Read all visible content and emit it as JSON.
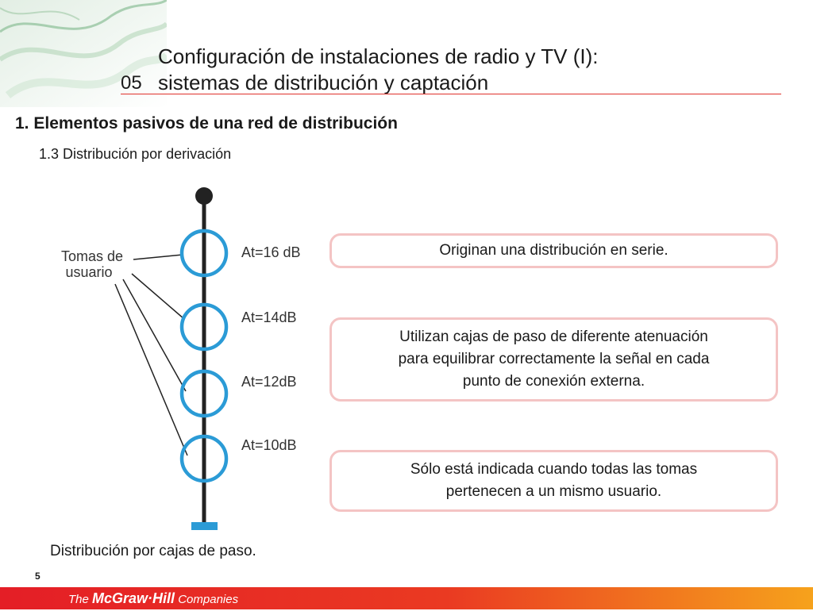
{
  "header": {
    "chapter_number": "05",
    "title_line1": "Configuración de instalaciones de radio y TV (I):",
    "title_line2": "sistemas de distribución y captación"
  },
  "section": {
    "heading": "1. Elementos pasivos de una red de distribución",
    "subheading": "1.3 Distribución por derivación"
  },
  "diagram": {
    "label_line1": "Tomas de",
    "label_line2": "usuario",
    "attenuations": [
      "At=16 dB",
      "At=14dB",
      "At=12dB",
      "At=10dB"
    ],
    "caption": "Distribución por cajas de paso."
  },
  "callouts": [
    {
      "text": "Originan una distribución en serie."
    },
    {
      "lines": [
        "Utilizan cajas de paso de diferente atenuación",
        "para equilibrar correctamente la señal en cada",
        "punto de conexión externa."
      ]
    },
    {
      "lines": [
        "Sólo está indicada cuando todas las tomas",
        "pertenecen a un mismo usuario."
      ]
    }
  ],
  "footer": {
    "page_number": "5",
    "logo_the": "The ",
    "logo_brand": "McGraw·Hill",
    "logo_suffix": " Companies"
  },
  "colors": {
    "accent_red": "#e0312b",
    "ring_blue": "#2b9bd6",
    "callout_border": "#f4c4c4"
  }
}
